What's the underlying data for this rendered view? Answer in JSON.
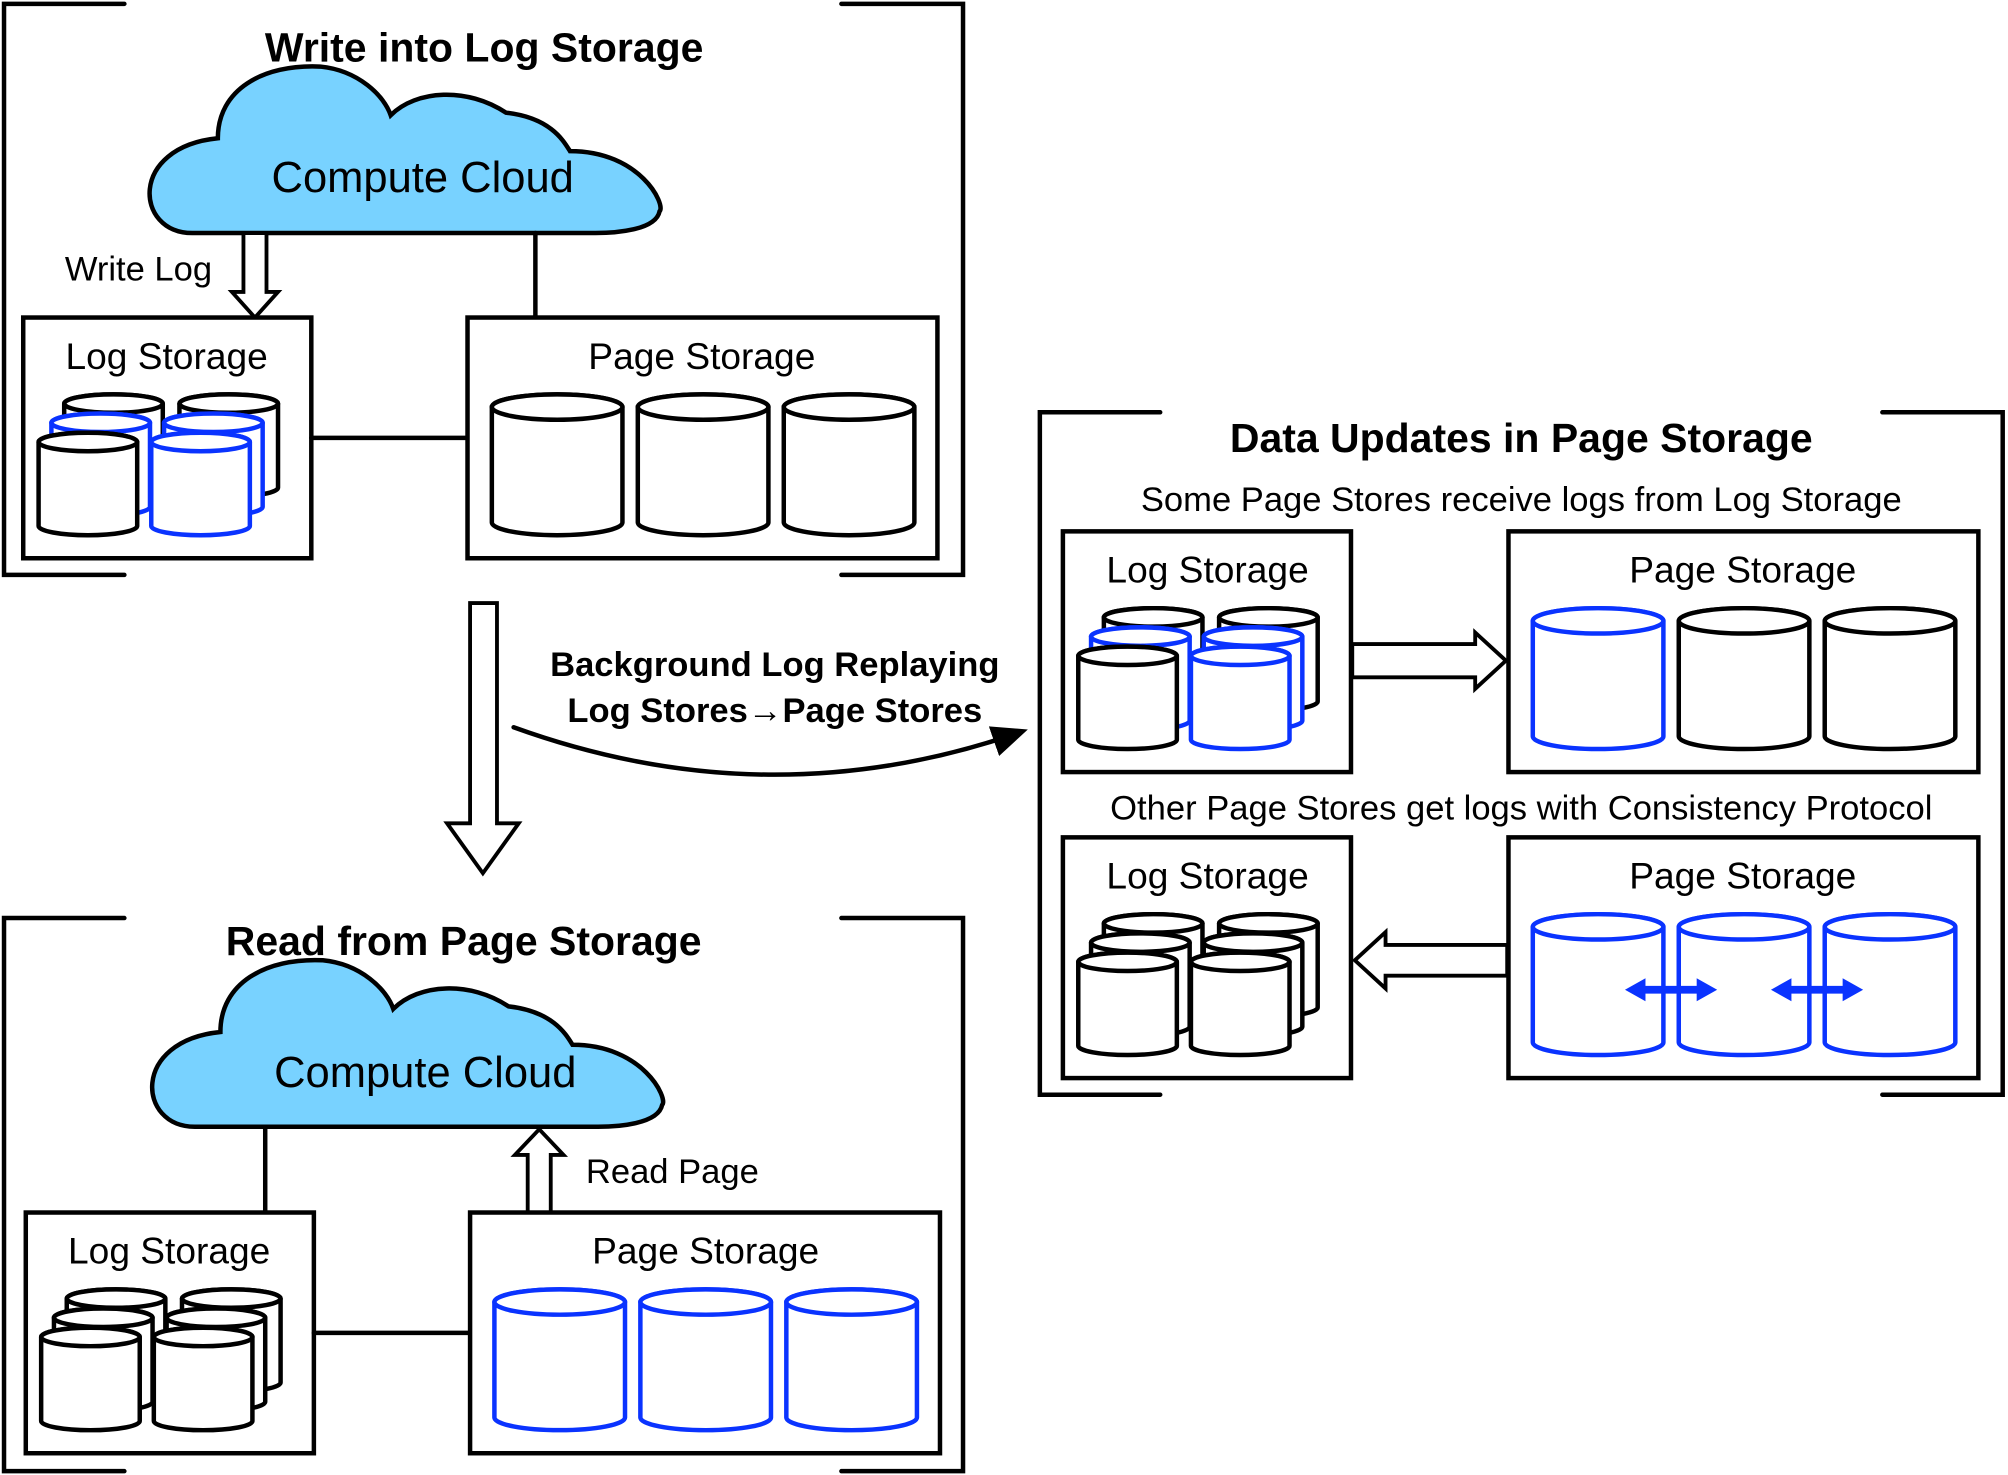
{
  "colors": {
    "cloud_fill": "#78D2FF",
    "highlight": "#0A33FF",
    "line": "#000000",
    "background": "#FFFFFF"
  },
  "panels": {
    "write": {
      "title": "Write into Log Storage",
      "cloud_label": "Compute Cloud",
      "arrow_label": "Write Log",
      "log_storage": {
        "label": "Log Storage",
        "highlighted_cylinders": [
          false,
          false,
          true,
          true,
          false,
          true
        ]
      },
      "page_storage": {
        "label": "Page Storage",
        "highlighted_cylinders": [
          false,
          false,
          false
        ]
      }
    },
    "read": {
      "title": "Read from Page Storage",
      "cloud_label": "Compute Cloud",
      "arrow_label": "Read Page",
      "log_storage": {
        "label": "Log Storage",
        "highlighted_cylinders": [
          false,
          false,
          false,
          false,
          false,
          false
        ]
      },
      "page_storage": {
        "label": "Page Storage",
        "highlighted_cylinders": [
          true,
          true,
          true
        ]
      }
    },
    "updates": {
      "title": "Data Updates in Page Storage",
      "section1": {
        "caption": "Some Page Stores receive logs from Log Storage",
        "log_storage": {
          "label": "Log Storage",
          "highlighted_cylinders": [
            false,
            false,
            true,
            true,
            false,
            true
          ]
        },
        "page_storage": {
          "label": "Page Storage",
          "highlighted_cylinders": [
            true,
            false,
            false
          ]
        }
      },
      "section2": {
        "caption": "Other Page Stores get logs with Consistency Protocol",
        "log_storage": {
          "label": "Log Storage",
          "highlighted_cylinders": [
            false,
            false,
            false,
            false,
            false,
            false
          ]
        },
        "page_storage": {
          "label": "Page Storage",
          "highlighted_cylinders": [
            true,
            true,
            true
          ]
        }
      }
    }
  },
  "transition": {
    "line1": "Background Log Replaying",
    "line2": "Log Stores→Page Stores"
  }
}
